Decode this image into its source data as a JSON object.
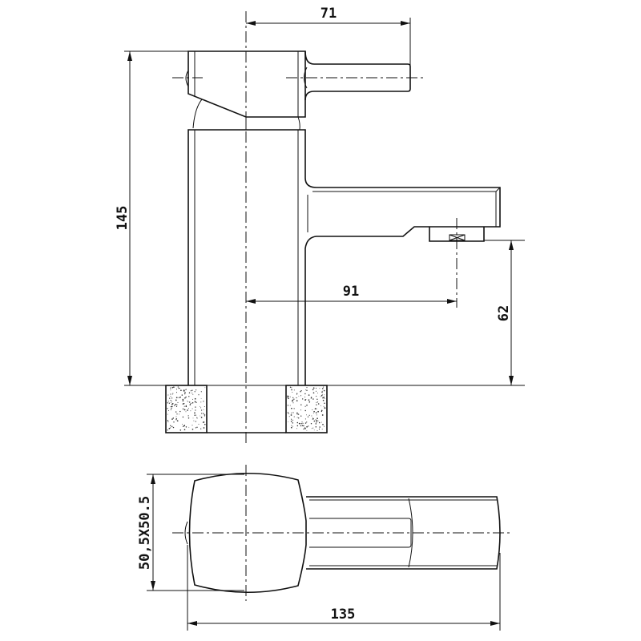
{
  "drawing": {
    "dimensions": {
      "handle_reach": "71",
      "total_height": "145",
      "spout_reach": "91",
      "spout_height": "62",
      "base_size": "50,5X50.5",
      "total_length": "135"
    },
    "colors": {
      "line": "#111111",
      "background": "#ffffff"
    }
  }
}
